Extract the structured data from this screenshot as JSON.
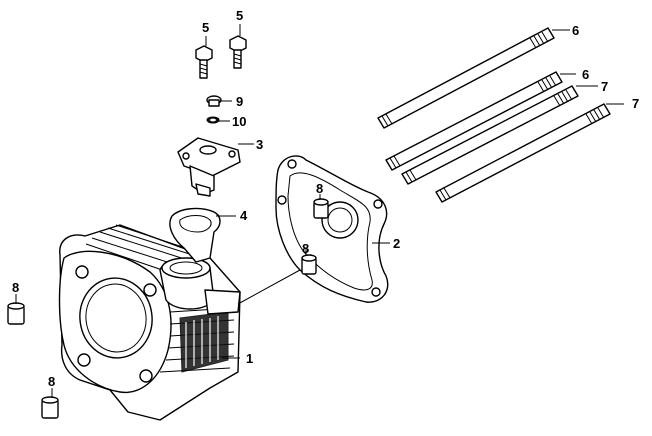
{
  "callouts": [
    {
      "id": "c1",
      "text": "1"
    },
    {
      "id": "c2",
      "text": "2"
    },
    {
      "id": "c3",
      "text": "3"
    },
    {
      "id": "c4",
      "text": "4"
    },
    {
      "id": "c5a",
      "text": "5"
    },
    {
      "id": "c5b",
      "text": "5"
    },
    {
      "id": "c6a",
      "text": "6"
    },
    {
      "id": "c6b",
      "text": "6"
    },
    {
      "id": "c7a",
      "text": "7"
    },
    {
      "id": "c7b",
      "text": "7"
    },
    {
      "id": "c8a",
      "text": "8"
    },
    {
      "id": "c8b",
      "text": "8"
    },
    {
      "id": "c8c",
      "text": "8"
    },
    {
      "id": "c8d",
      "text": "8"
    },
    {
      "id": "c9",
      "text": "9"
    },
    {
      "id": "c10",
      "text": "10"
    }
  ]
}
